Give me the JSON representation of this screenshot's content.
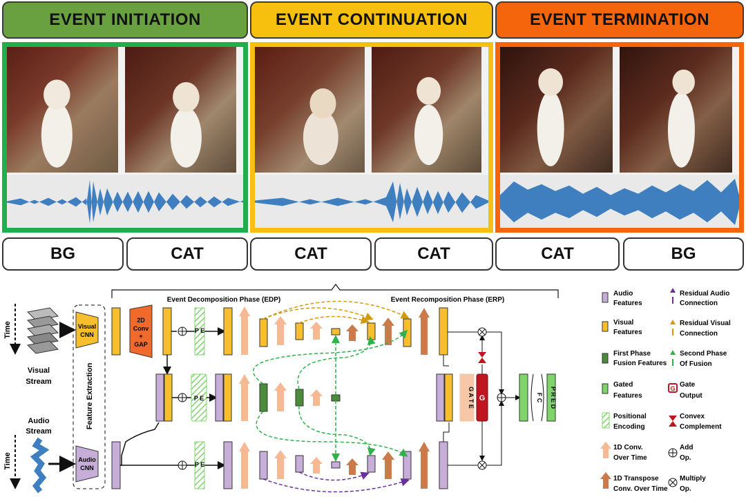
{
  "phases": {
    "initiation": {
      "title": "EVENT INITIATION",
      "color": "#6aa140",
      "border": "#1fae4b"
    },
    "continuation": {
      "title": "EVENT CONTINUATION",
      "color": "#f7bf0e",
      "border": "#f7bf0e"
    },
    "termination": {
      "title": "EVENT TERMINATION",
      "color": "#f4650c",
      "border": "#f4650c"
    }
  },
  "segments": [
    "BG",
    "CAT",
    "CAT",
    "CAT",
    "CAT",
    "BG"
  ],
  "colors": {
    "audio": "#c7aed8",
    "visual": "#f7bf2c",
    "first_fusion": "#4b8b3b",
    "gated": "#7fd36b",
    "conv": "#f6b993",
    "transpose": "#c97b4c",
    "gate": "#c0161f",
    "wave": "#3f7fc0"
  },
  "diagram": {
    "time": "Time",
    "visual_stream": [
      "Visual",
      "Stream"
    ],
    "audio_stream": [
      "Audio",
      "Stream"
    ],
    "visual_cnn": [
      "Visual",
      "CNN"
    ],
    "audio_cnn": [
      "Audio",
      "CNN"
    ],
    "feature_extraction": "Feature Extraction",
    "conv2d": [
      "2D",
      "Conv",
      "+",
      "GAP"
    ],
    "pe": "P E",
    "edp": "Event Decomposition Phase (EDP)",
    "erp": "Event Recomposition Phase (ERP)",
    "gate_vertical": "G A T E",
    "gate_short": "G",
    "fc": "F C",
    "pred": "P R E D"
  },
  "legend": [
    {
      "icon": "audio",
      "text": [
        "Audio",
        "Features"
      ]
    },
    {
      "icon": "res-audio",
      "text": [
        "Residual Audio",
        "Connection"
      ]
    },
    {
      "icon": "visual",
      "text": [
        "Visual",
        "Features"
      ]
    },
    {
      "icon": "res-visual",
      "text": [
        "Residual Visual",
        "Connection"
      ]
    },
    {
      "icon": "first-fusion",
      "text": [
        "First Phase",
        "Fusion Features"
      ]
    },
    {
      "icon": "second-fusion",
      "text": [
        "Second Phase",
        "Of Fusion"
      ]
    },
    {
      "icon": "gated",
      "text": [
        "Gated",
        "Features"
      ]
    },
    {
      "icon": "gate-output",
      "text": [
        "Gate",
        "Output"
      ]
    },
    {
      "icon": "pe",
      "text": [
        "Positional",
        "Encoding"
      ]
    },
    {
      "icon": "convex",
      "text": [
        "Convex",
        "Complement"
      ]
    },
    {
      "icon": "conv1d",
      "text": [
        "1D Conv.",
        "Over Time"
      ]
    },
    {
      "icon": "add",
      "text": [
        "Add",
        "Op."
      ]
    },
    {
      "icon": "transpose",
      "text": [
        "1D Transpose",
        "Conv. Over Time"
      ]
    },
    {
      "icon": "multiply",
      "text": [
        "Multiply",
        "Op."
      ]
    }
  ]
}
